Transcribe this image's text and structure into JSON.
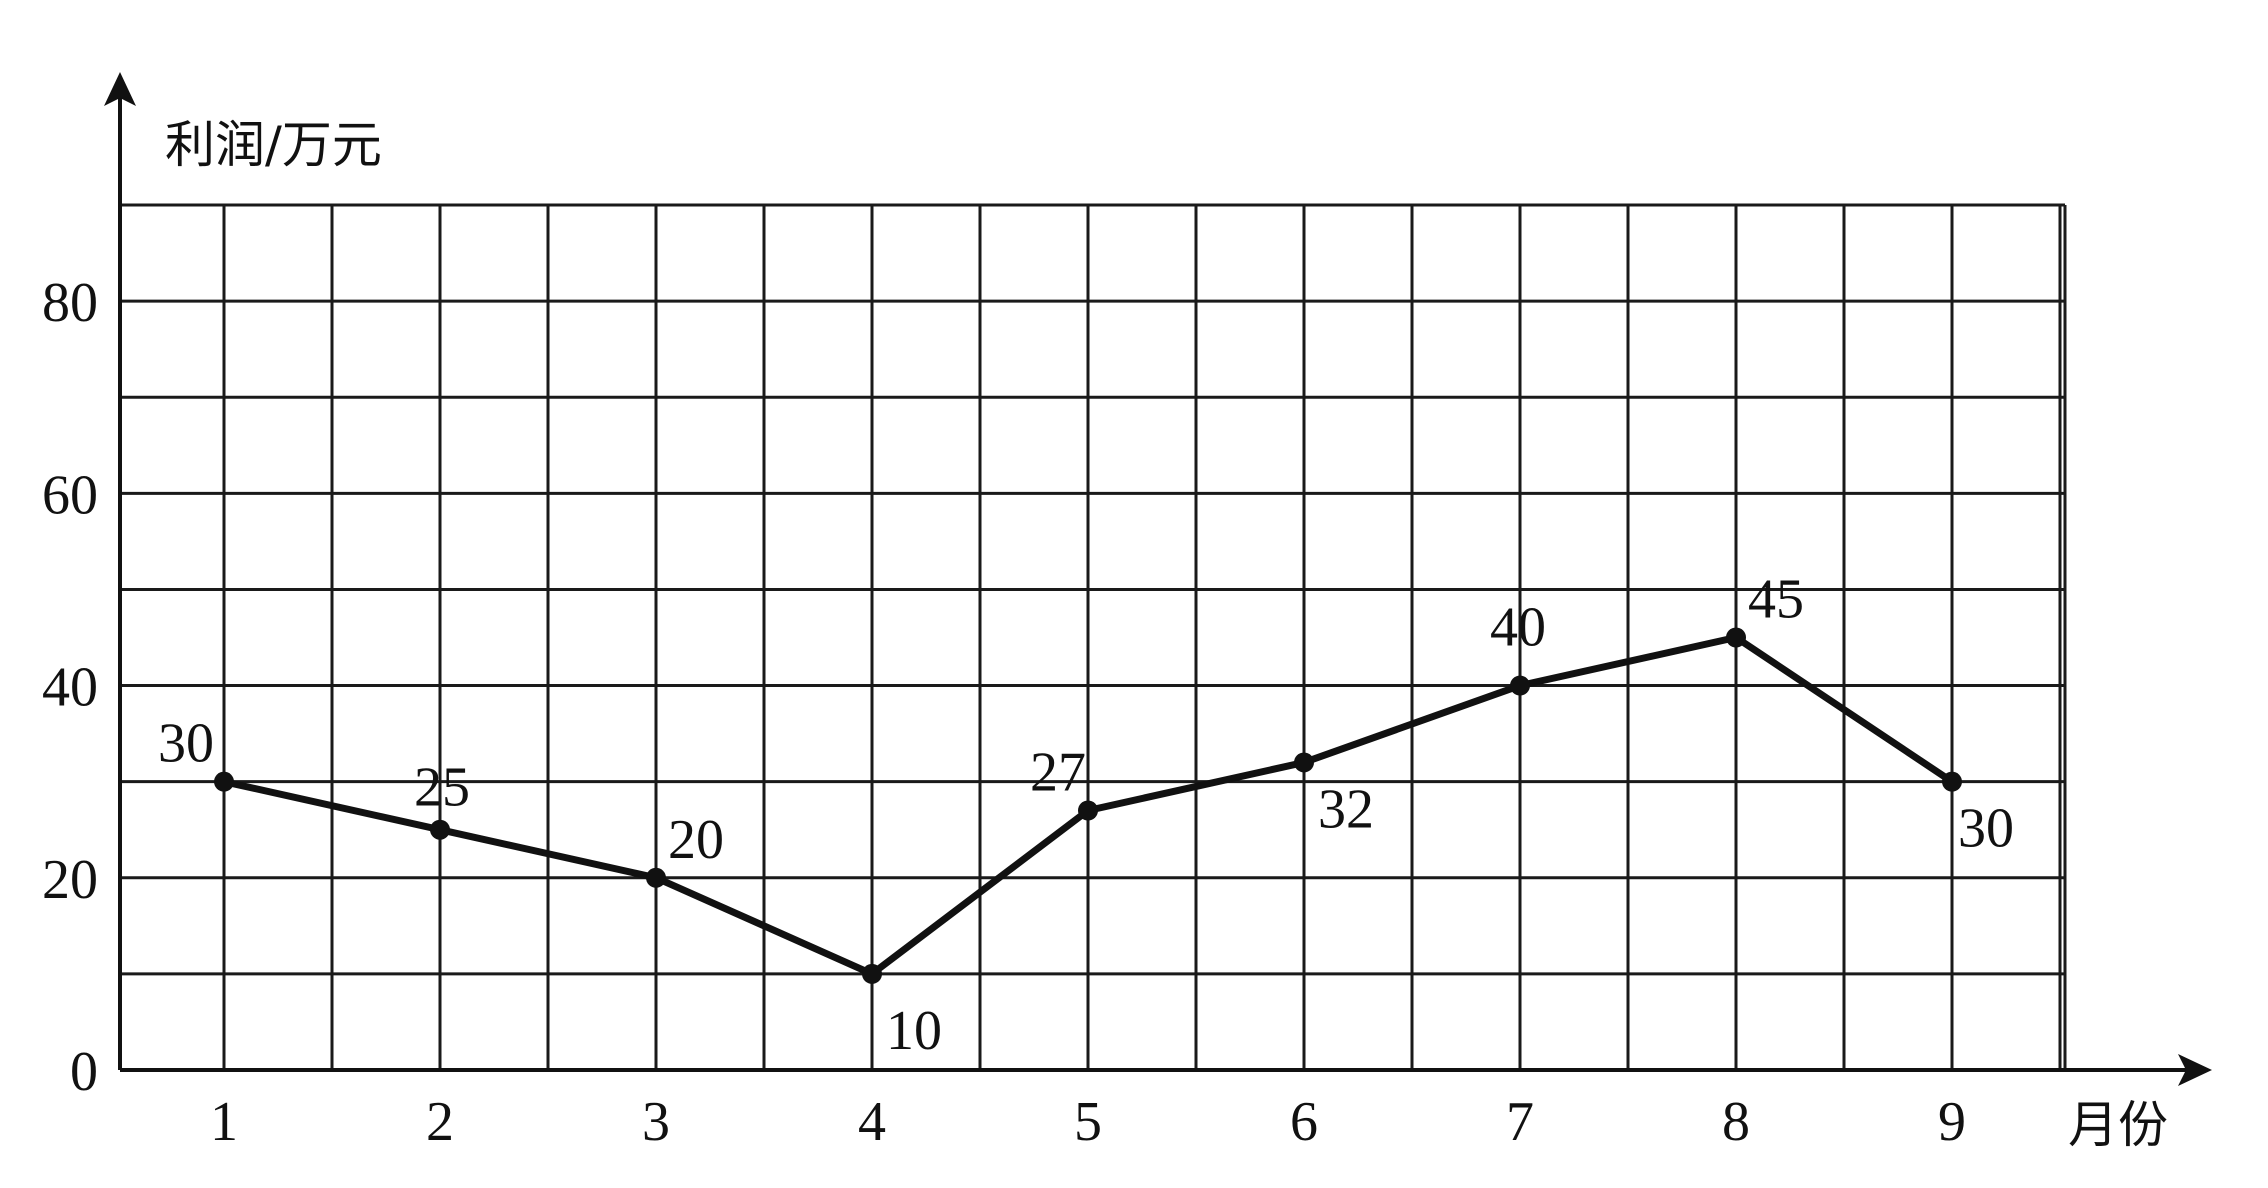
{
  "chart_data": {
    "type": "line",
    "title": "",
    "xlabel": "月份",
    "ylabel": "利润/万元",
    "categories": [
      "1",
      "2",
      "3",
      "4",
      "5",
      "6",
      "7",
      "8",
      "9"
    ],
    "yticks": [
      "0",
      "20",
      "40",
      "60",
      "80"
    ],
    "ylim": [
      0,
      90
    ],
    "grid": true,
    "series": [
      {
        "values": [
          30,
          25,
          20,
          10,
          27,
          32,
          40,
          45,
          30
        ],
        "labels": [
          "30",
          "25",
          "20",
          "10",
          "27",
          "32",
          "40",
          "45",
          "30"
        ]
      }
    ],
    "colors": {
      "ink": "#111111",
      "background": "#ffffff"
    }
  }
}
